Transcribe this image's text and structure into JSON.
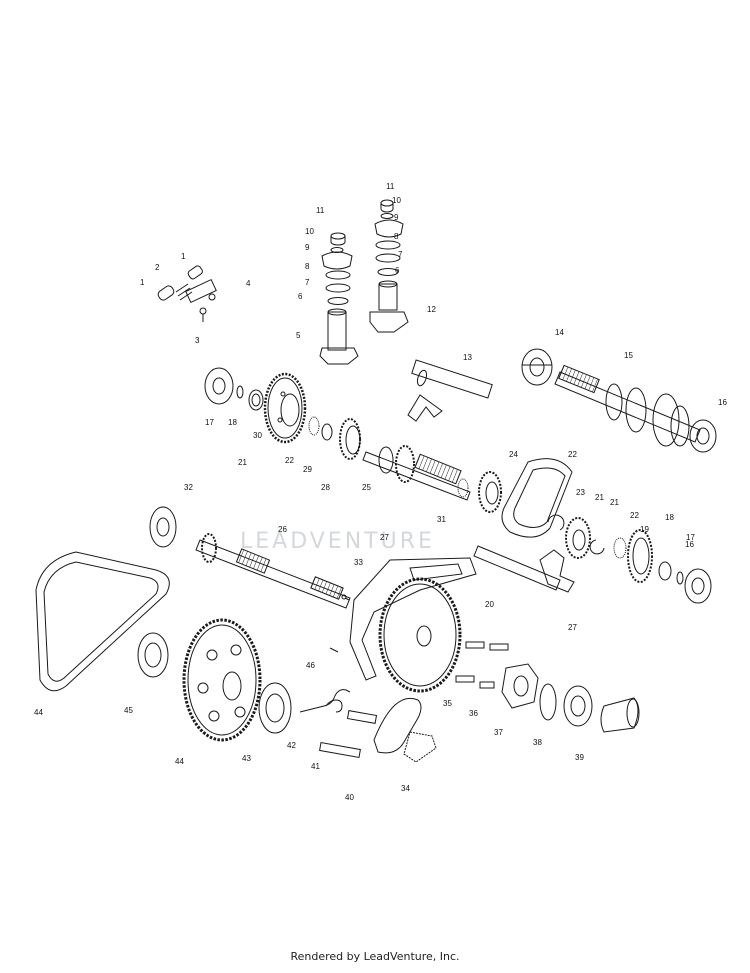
{
  "watermark": "LEADVENTURE",
  "footer": {
    "credit": "Rendered by LeadVenture, Inc."
  },
  "labels": [
    "1",
    "2",
    "1",
    "3",
    "4",
    "11",
    "10",
    "9",
    "8",
    "7",
    "6",
    "5",
    "11",
    "10",
    "9",
    "8",
    "7",
    "6",
    "12",
    "13",
    "14",
    "15",
    "16",
    "17",
    "18",
    "30",
    "21",
    "22",
    "29",
    "28",
    "25",
    "24",
    "22",
    "23",
    "21",
    "19",
    "18",
    "17",
    "16",
    "21",
    "22",
    "31",
    "32",
    "26",
    "27",
    "33",
    "20",
    "27",
    "46",
    "44",
    "45",
    "44",
    "43",
    "42",
    "41",
    "40",
    "34",
    "35",
    "36",
    "37",
    "38",
    "39"
  ]
}
